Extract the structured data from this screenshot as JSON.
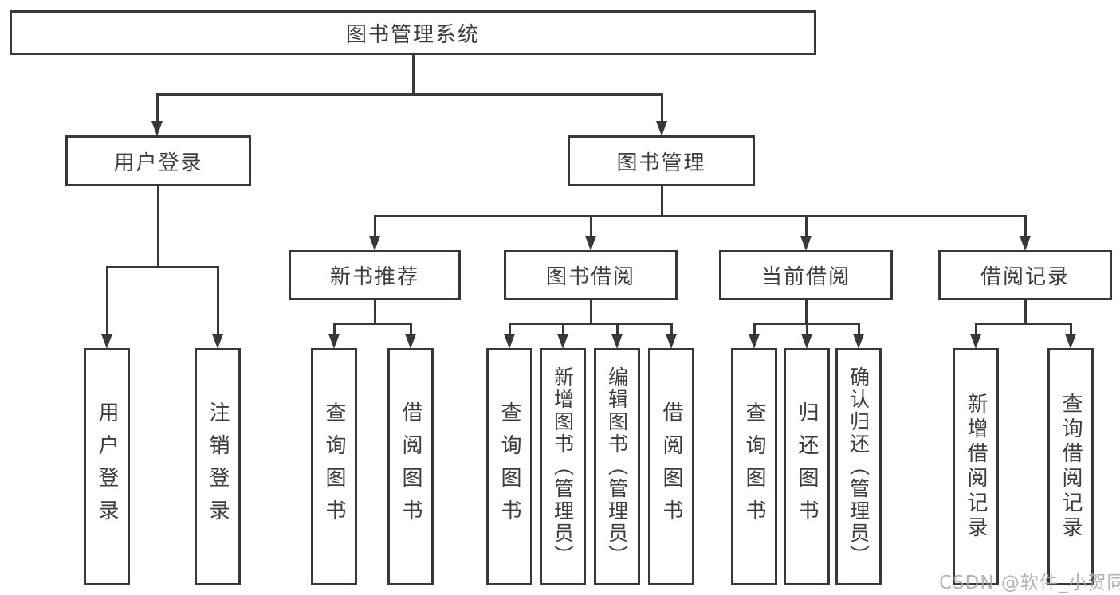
{
  "nodes": {
    "root": {
      "label": "图书管理系统"
    },
    "level1": [
      {
        "label": "用户登录"
      },
      {
        "label": "图书管理"
      }
    ],
    "level2": [
      {
        "label": "新书推荐"
      },
      {
        "label": "图书借阅"
      },
      {
        "label": "当前借阅"
      },
      {
        "label": "借阅记录"
      }
    ],
    "leaves": [
      {
        "label": "用户登录"
      },
      {
        "label": "注销登录"
      },
      {
        "label": "查询图书"
      },
      {
        "label": "借阅图书"
      },
      {
        "label": "查询图书"
      },
      {
        "label": "新增图书（管理员）"
      },
      {
        "label": "编辑图书（管理员）"
      },
      {
        "label": "借阅图书"
      },
      {
        "label": "查询图书"
      },
      {
        "label": "归还图书"
      },
      {
        "label": "确认归还（管理员）"
      },
      {
        "label": "新增借阅记录"
      },
      {
        "label": "查询借阅记录"
      }
    ]
  },
  "watermark": {
    "text": "CSDN @软件_小贺同学"
  },
  "colors": {
    "line": "#383838",
    "text": "#3d3d3d",
    "background": "#ffffff",
    "watermark": "#a8a8a8"
  }
}
